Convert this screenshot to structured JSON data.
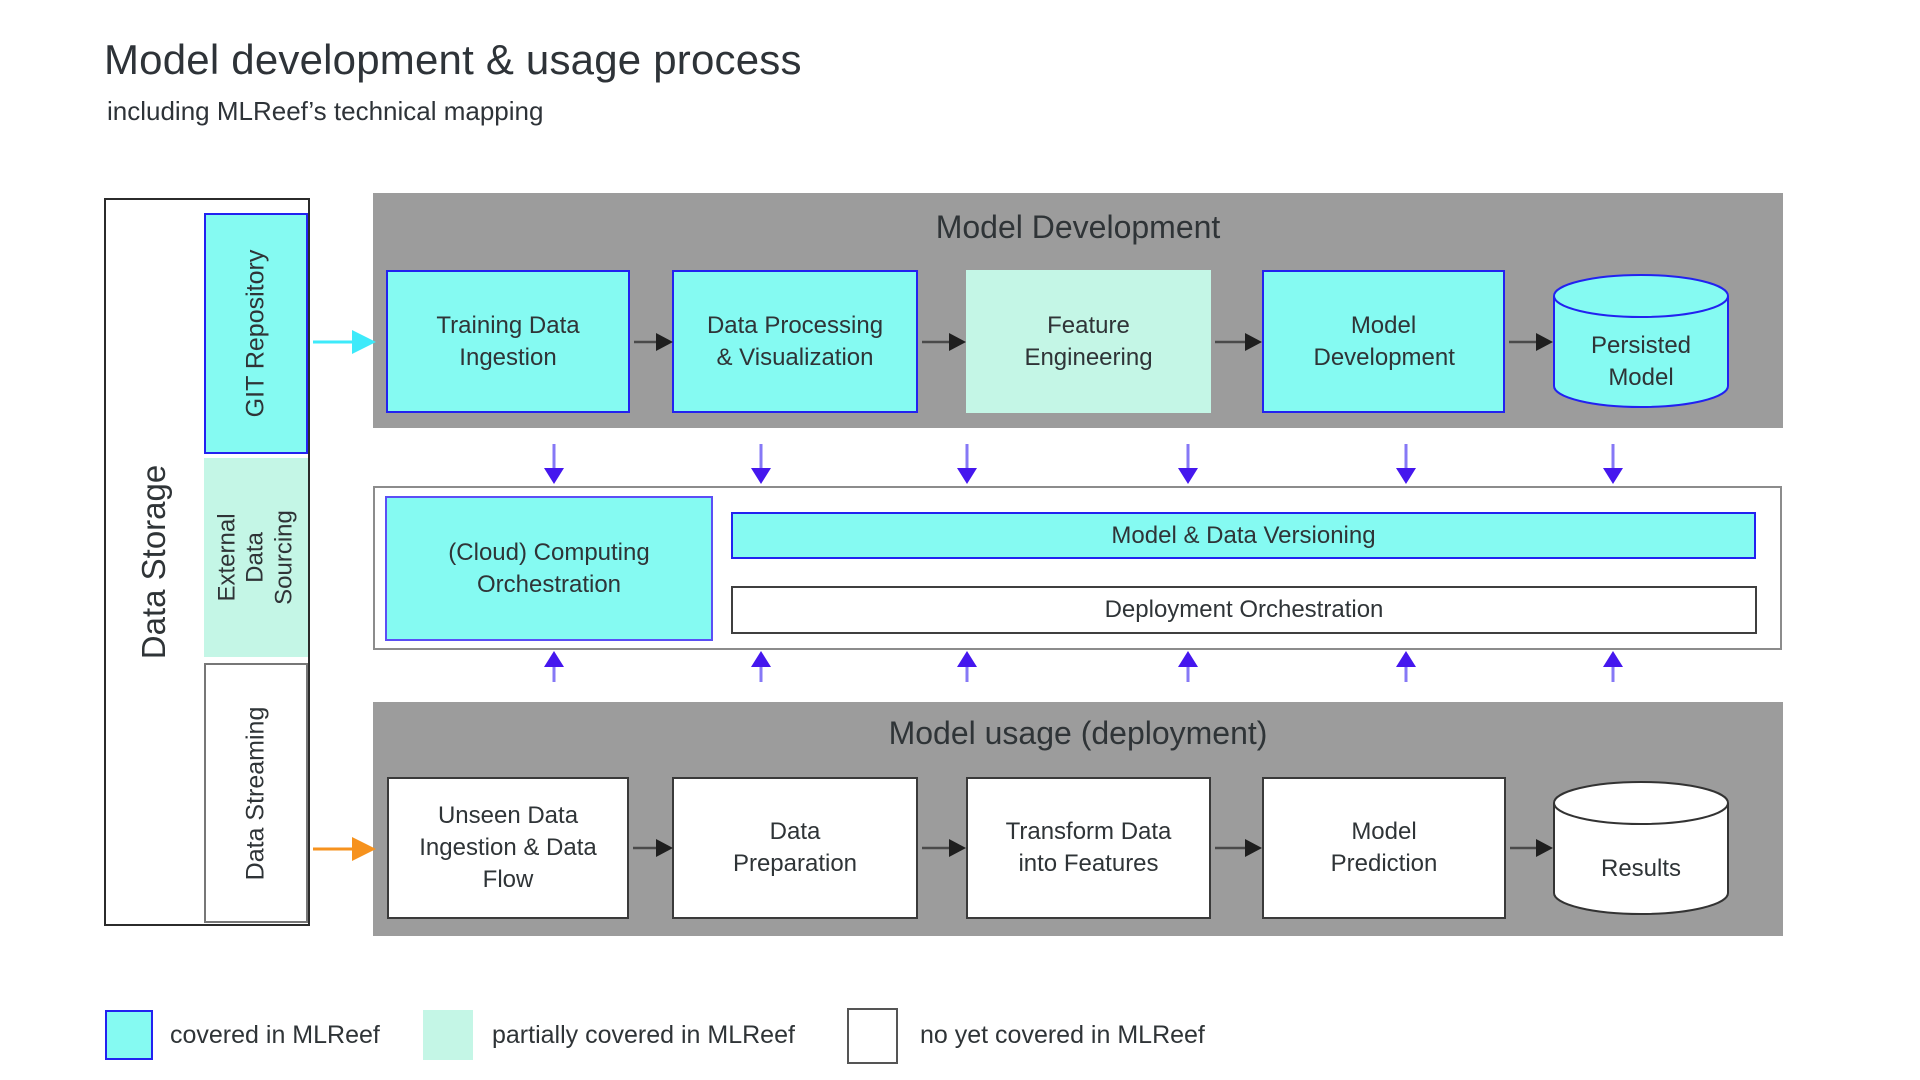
{
  "title": "Model development & usage process",
  "subtitle": "including MLReef’s technical mapping",
  "data_storage": {
    "label": "Data Storage",
    "items": [
      {
        "label": "GIT Repository",
        "coverage": "covered in MLReef"
      },
      {
        "label": "External Data Sourcing",
        "coverage": "partially covered in MLReef"
      },
      {
        "label": "Data Streaming",
        "coverage": "no yet covered in MLReef"
      }
    ]
  },
  "model_development": {
    "header": "Model Development",
    "steps": [
      {
        "label": "Training Data Ingestion",
        "shape": "box",
        "coverage": "covered in MLReef"
      },
      {
        "label": "Data Processing & Visualization",
        "shape": "box",
        "coverage": "covered in MLReef"
      },
      {
        "label": "Feature Engineering",
        "shape": "box",
        "coverage": "partially covered in MLReef"
      },
      {
        "label": "Model Development",
        "shape": "box",
        "coverage": "covered in MLReef"
      },
      {
        "label": "Persisted Model",
        "shape": "cylinder",
        "coverage": "covered in MLReef"
      }
    ]
  },
  "orchestration": {
    "cloud": {
      "label": "(Cloud) Computing Orchestration",
      "coverage": "covered in MLReef"
    },
    "versioning": {
      "label": "Model & Data Versioning",
      "coverage": "covered in MLReef"
    },
    "deployment": {
      "label": "Deployment Orchestration",
      "coverage": "no yet covered in MLReef"
    }
  },
  "model_usage": {
    "header": "Model usage (deployment)",
    "steps": [
      {
        "label": "Unseen Data Ingestion & Data Flow",
        "shape": "box",
        "coverage": "no yet covered in MLReef"
      },
      {
        "label": "Data Preparation",
        "shape": "box",
        "coverage": "no yet covered in MLReef"
      },
      {
        "label": "Transform Data into Features",
        "shape": "box",
        "coverage": "no yet covered in MLReef"
      },
      {
        "label": "Model Prediction",
        "shape": "box",
        "coverage": "no yet covered in MLReef"
      },
      {
        "label": "Results",
        "shape": "cylinder",
        "coverage": "no yet covered in MLReef"
      }
    ]
  },
  "legend": {
    "items": [
      {
        "label": "covered in MLReef"
      },
      {
        "label": "partially covered in MLReef"
      },
      {
        "label": "no yet covered in MLReef"
      }
    ]
  },
  "colors": {
    "covered_fill": "#85faf2",
    "partial_fill": "#c4f6e6",
    "not_covered_fill": "#ffffff",
    "blue_border": "#2222f0",
    "violet_border": "#5b4ff5",
    "band_gray": "#9c9c9c",
    "purple_arrow_head": "#4517ee",
    "purple_arrow_stem": "#8678f6",
    "cyan_arrow": "#3eeafa",
    "orange_arrow": "#f6921e",
    "black_arrow": "#1f1f1f",
    "text": "#2f3437"
  }
}
